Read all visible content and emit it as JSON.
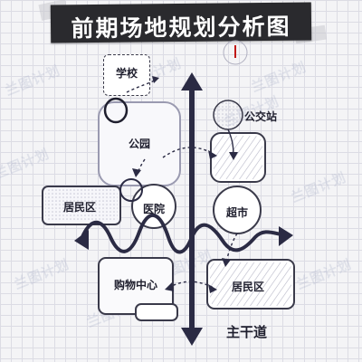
{
  "title": "前期场地规划分析图",
  "watermark": "兰图计划",
  "labels": {
    "school": "学校",
    "park": "公园",
    "bus_stop": "公交站",
    "residential_west": "居民区",
    "hospital": "医院",
    "supermarket": "超市",
    "shopping_center": "购物中心",
    "residential_east": "居民区",
    "main_road": "主干道"
  },
  "colors": {
    "banner": "#2a2a2e",
    "ink": "#2b2b44",
    "zone_fill": "#ffffff",
    "hatch": "#b8b8c8",
    "grid": "#dcdce4",
    "marker_red": "#c01818"
  }
}
